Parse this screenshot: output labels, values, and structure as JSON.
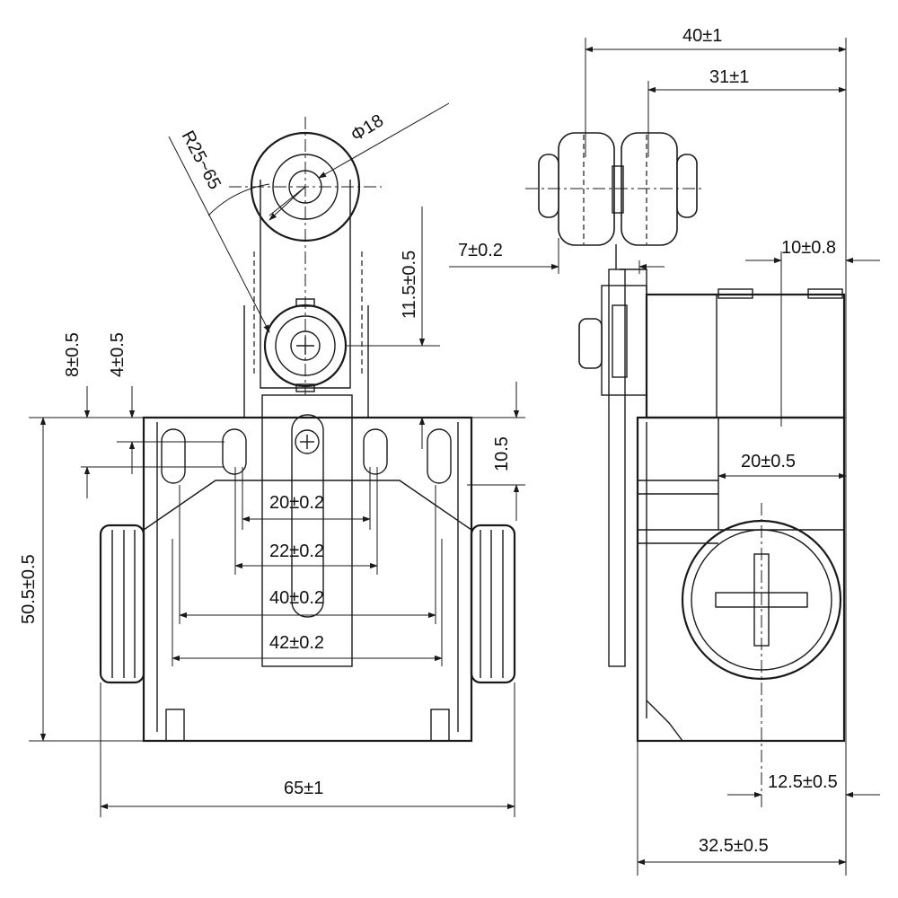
{
  "front_view": {
    "dimensions": {
      "d8": "8±0.5",
      "d4": "4±0.5",
      "d11_5": "11.5±0.5",
      "d10_5": "10.5",
      "d50_5": "50.5±0.5",
      "d20": "20±0.2",
      "d22": "22±0.2",
      "d40": "40±0.2",
      "d42": "42±0.2",
      "d65": "65±1",
      "radius": "R25~65",
      "diameter": "Φ18"
    }
  },
  "side_view": {
    "dimensions": {
      "d40": "40±1",
      "d31": "31±1",
      "d7": "7±0.2",
      "d10": "10±0.8",
      "d20": "20±0.5",
      "d12_5": "12.5±0.5",
      "d32_5": "32.5±0.5"
    }
  }
}
